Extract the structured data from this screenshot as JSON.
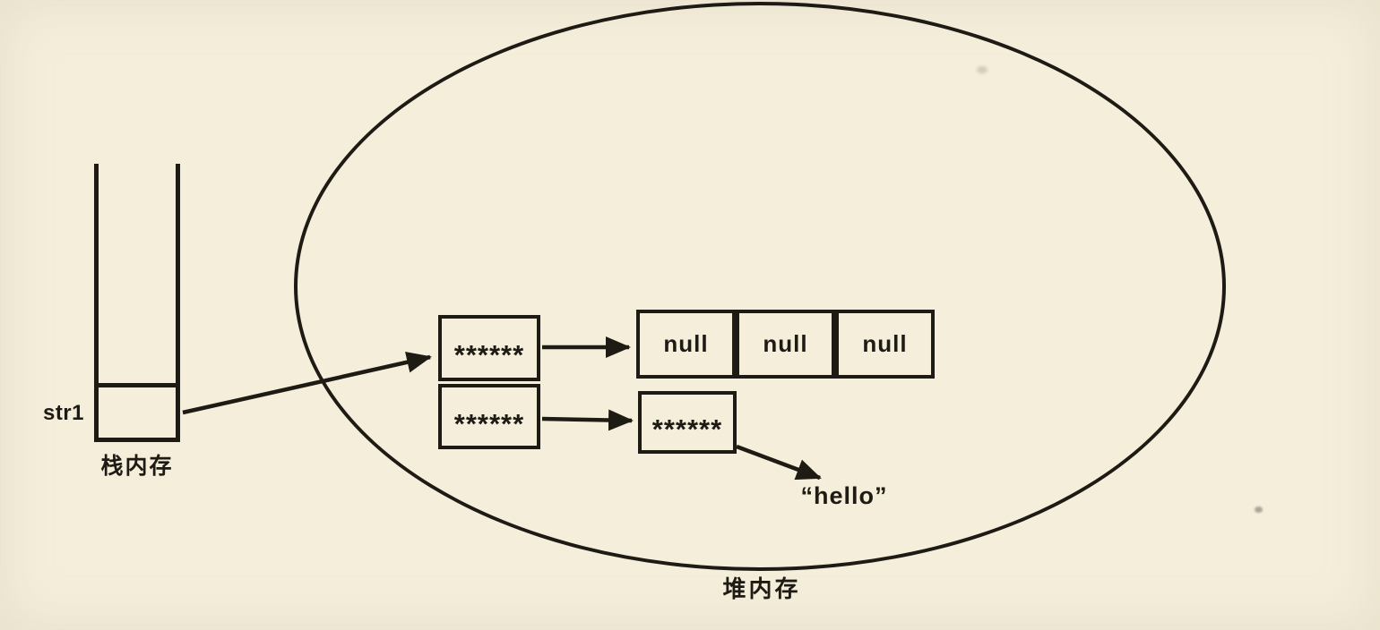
{
  "page": {
    "background_color": "#f4eedb",
    "ink_color": "#1e1a14"
  },
  "stack": {
    "variable_label": "str1",
    "caption": "栈内存"
  },
  "heap": {
    "caption": "堆内存",
    "pointer_pair": {
      "top_value": "******",
      "bottom_value": "******"
    },
    "null_array": {
      "cells": [
        "null",
        "null",
        "null"
      ]
    },
    "string_object_value": "******",
    "string_literal": "“hello”"
  }
}
